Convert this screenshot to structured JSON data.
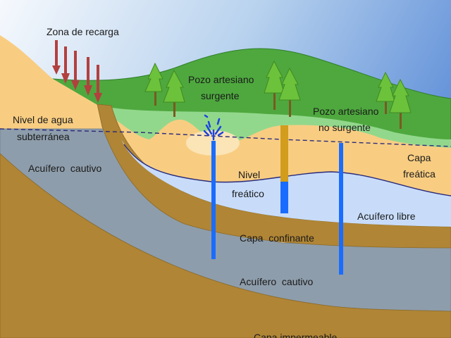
{
  "title": "Acuíferos y pozos artesianos",
  "labels": {
    "recharge_zone": "Zona de recarga",
    "artesian_flowing_1": "Pozo artesiano",
    "artesian_flowing_2": "surgente",
    "artesian_nonflowing_1": "Pozo artesiano",
    "artesian_nonflowing_2": "no surgente",
    "groundwater_level_1": "Nivel de agua",
    "groundwater_level_2": "subterránea",
    "confined_aquifer_left": "Acuífero  cautivo",
    "water_table_1": "Nivel",
    "water_table_2": "freático",
    "phreatic_layer_1": "Capa",
    "phreatic_layer_2": "freática",
    "unconfined_aquifer": "Acuífero libre",
    "confining_layer": "Capa  confinante",
    "confined_aquifer_bottom": "Acuífero  cautivo",
    "impermeable_layer": "Capa impermeable"
  },
  "colors": {
    "sky_light": "#f4f8fc",
    "sky_dark": "#5f8fd8",
    "hill_green": "#4ea83e",
    "light_green": "#92d88c",
    "sand": "#f8cd82",
    "confining_brown": "#b08535",
    "confined_gray": "#8e9dab",
    "unconfined_blue": "#c8dcfa",
    "well_blue": "#1a6cff",
    "well_gold": "#d29c1c",
    "arrow_red": "#b2403f",
    "water_line": "#2a2a7a"
  }
}
